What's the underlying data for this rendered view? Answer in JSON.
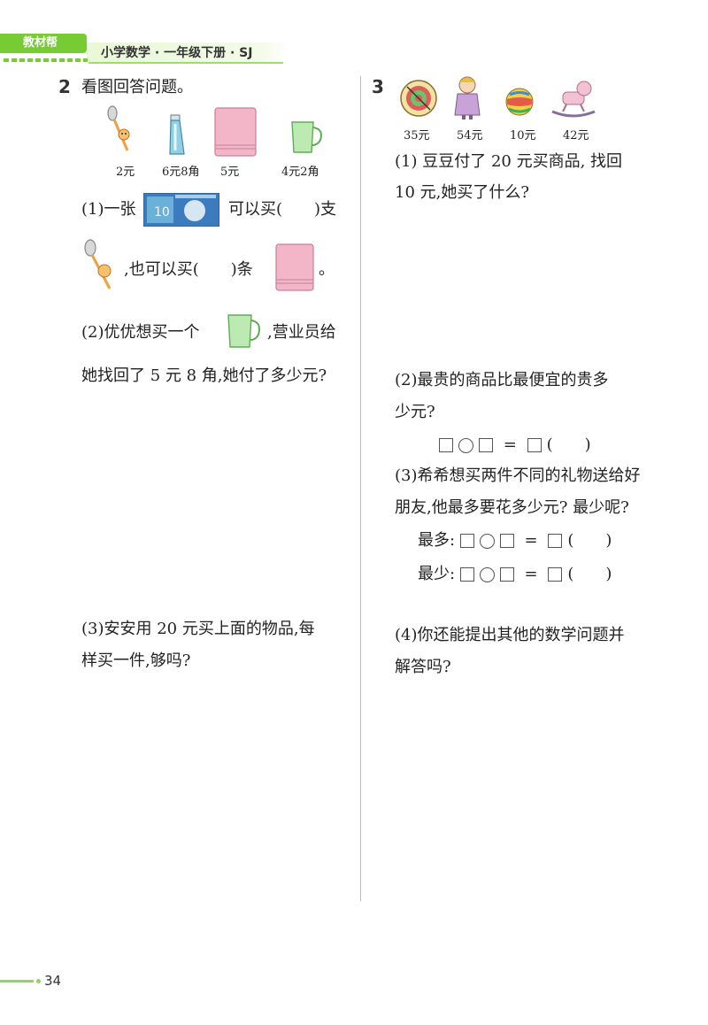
{
  "header": {
    "badge": "教材帮",
    "title": "小学数学 · 一年级下册 · SJ"
  },
  "q2": {
    "num": "2",
    "title": "看图回答问题。",
    "items": [
      {
        "icon": "spoon-icon",
        "price": "2元"
      },
      {
        "icon": "toothpaste-icon",
        "price": "6元8角"
      },
      {
        "icon": "towel-icon",
        "price": "5元"
      },
      {
        "icon": "cup-icon",
        "price": "4元2角"
      }
    ],
    "p1_a": "(1)一张",
    "p1_b": "可以买(　　)支",
    "p1_c": ",也可以买(　　)条",
    "p1_d": "。",
    "banknote_value": "10",
    "p2_a": "(2)优优想买一个",
    "p2_b": ",营业员给",
    "p2_c": "她找回了 5 元 8 角,她付了多少元?",
    "p3_a": "(3)安安用 20 元买上面的物品,每",
    "p3_b": "样买一件,够吗?"
  },
  "q3": {
    "num": "3",
    "items": [
      {
        "icon": "dartboard-icon",
        "price": "35元"
      },
      {
        "icon": "doll-icon",
        "price": "54元"
      },
      {
        "icon": "ball-icon",
        "price": "10元"
      },
      {
        "icon": "rocking-horse-icon",
        "price": "42元"
      }
    ],
    "p1_a": "(1) 豆豆付了 20 元买商品, 找回",
    "p1_b": "10 元,她买了什么?",
    "p2_a": "(2)最贵的商品比最便宜的贵多",
    "p2_b": "少元?",
    "p3_a": "(3)希希想买两件不同的礼物送给好",
    "p3_b": "朋友,他最多要花多少元? 最少呢?",
    "most": "最多:",
    "least": "最少:",
    "p4_a": "(4)你还能提出其他的数学问题并",
    "p4_b": "解答吗?",
    "eq": "=",
    "paren": "(　　)"
  },
  "page_number": "34",
  "colors": {
    "accent": "#77cc33",
    "towel": "#f2b6c8",
    "cup": "#a8e29a"
  }
}
